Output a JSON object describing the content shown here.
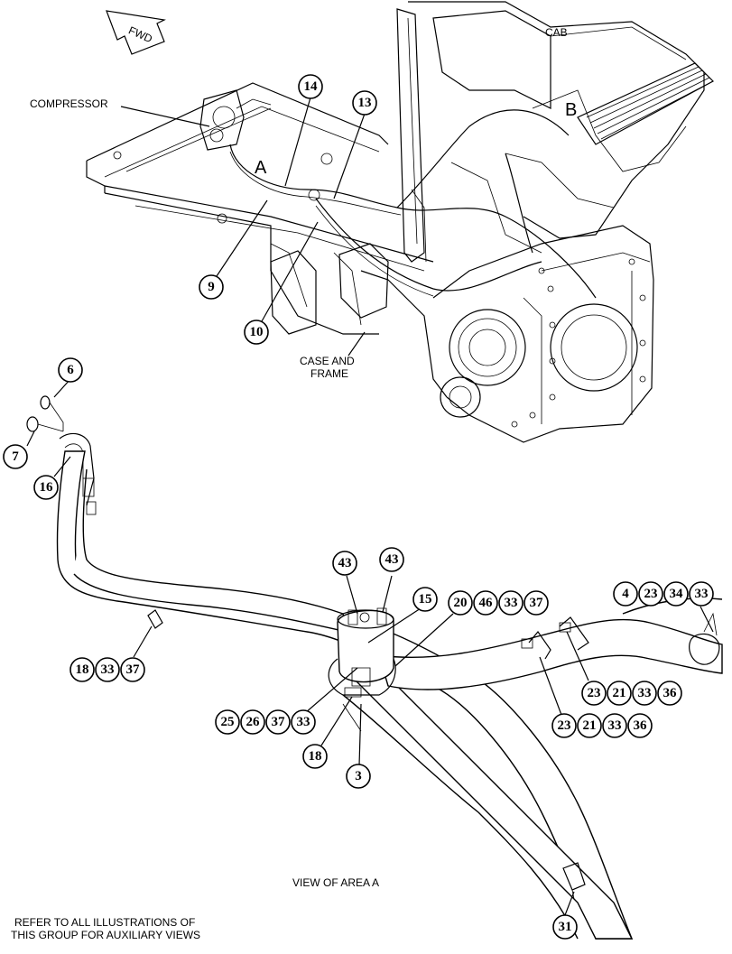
{
  "labels": {
    "fwd": "FWD",
    "cab": "CAB",
    "compressor": "COMPRESSOR",
    "area_a": "A",
    "area_b": "B",
    "case_and_frame_line1": "CASE AND",
    "case_and_frame_line2": "FRAME",
    "view_of_area_a": "VIEW OF AREA  A",
    "refer_line1": "REFER TO ALL ILLUSTRATIONS OF",
    "refer_line2": "THIS GROUP FOR AUXILIARY VIEWS"
  },
  "callouts": {
    "c14": "14",
    "c13": "13",
    "c9": "9",
    "c10": "10",
    "c6": "6",
    "c7": "7",
    "c16": "16",
    "c43a": "43",
    "c43b": "43",
    "c15": "15",
    "c20": "20",
    "c46": "46",
    "c33a": "33",
    "c37a": "37",
    "c4": "4",
    "c23a": "23",
    "c34": "34",
    "c33b": "33",
    "c18a": "18",
    "c33c": "33",
    "c37b": "37",
    "c23b": "23",
    "c21a": "21",
    "c33d": "33",
    "c36a": "36",
    "c25": "25",
    "c26": "26",
    "c37c": "37",
    "c33e": "33",
    "c23c": "23",
    "c21b": "21",
    "c33f": "33",
    "c36b": "36",
    "c18b": "18",
    "c3": "3",
    "c31": "31"
  }
}
